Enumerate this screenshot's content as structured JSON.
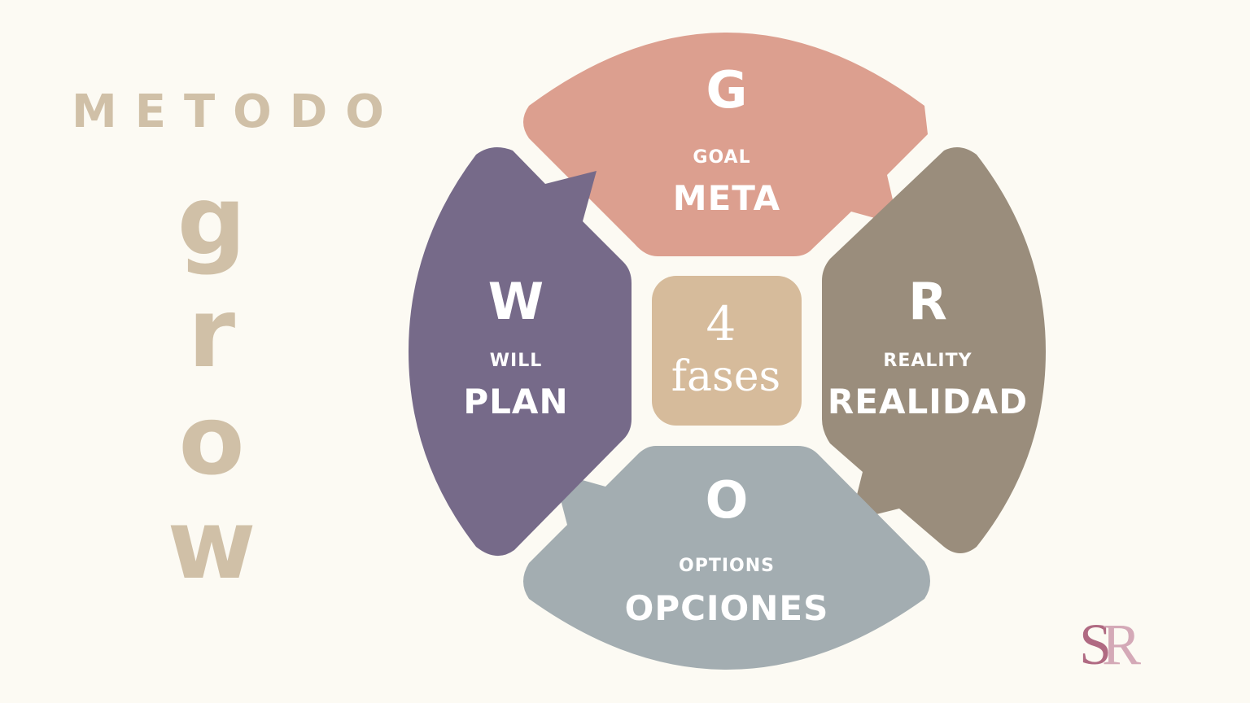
{
  "title": "METODO",
  "acronym_letters": [
    "g",
    "r",
    "o",
    "w"
  ],
  "center": {
    "number": "4",
    "label": "fases"
  },
  "phases": {
    "goal": {
      "letter": "G",
      "english": "GOAL",
      "spanish": "META",
      "color": "#dc9f8f"
    },
    "reality": {
      "letter": "R",
      "english": "REALITY",
      "spanish": "REALIDAD",
      "color": "#9a8d7c"
    },
    "options": {
      "letter": "O",
      "english": "OPTIONS",
      "spanish": "OPCIONES",
      "color": "#a3adb1"
    },
    "will": {
      "letter": "W",
      "english": "WILL",
      "spanish": "PLAN",
      "color": "#766a89"
    }
  },
  "center_color": "#d6bb9b",
  "text_accent_color": "#d0c0a7",
  "logo": {
    "s": "S",
    "r": "R"
  }
}
